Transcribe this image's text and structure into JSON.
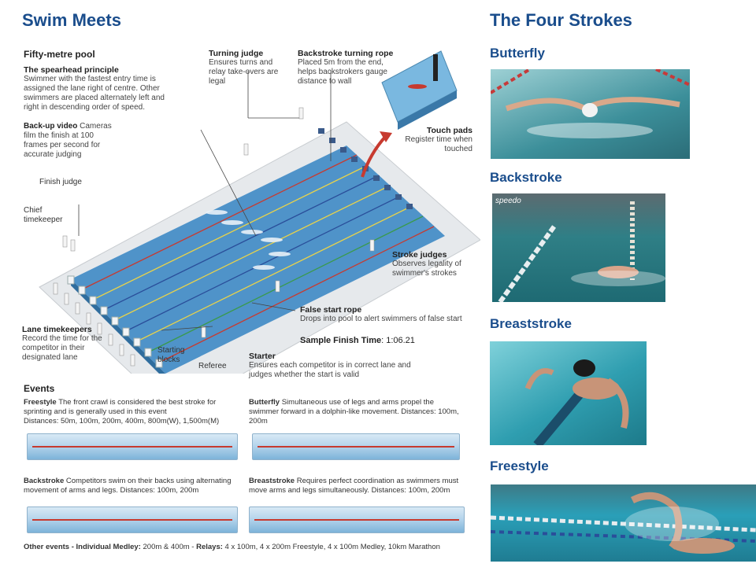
{
  "left": {
    "title": "Swim Meets",
    "pool_title": "Fifty-metre pool",
    "annotations": {
      "spearhead": {
        "title": "The spearhead principle",
        "body": "Swimmer with the fastest entry time is assigned the lane right of centre. Other swimmers are placed alternately left and right in descending order of speed."
      },
      "turning_judge": {
        "title": "Turning judge",
        "body": "Ensures turns and relay take-overs are legal"
      },
      "backstroke_rope": {
        "title": "Backstroke turning rope",
        "body": "Placed 5m from the end, helps backstrokers gauge distance to wall"
      },
      "touch_pads": {
        "title": "Touch pads",
        "body": "Register time when touched"
      },
      "backup_video": {
        "title": "Back-up video",
        "body": "Cameras film the finish at 100 frames per second for accurate judging"
      },
      "finish_judge": {
        "title": "Finish judge"
      },
      "chief_timekeeper": {
        "title": "Chief timekeeper"
      },
      "stroke_judges": {
        "title": "Stroke judges",
        "body": "Observes legality of swimmer's strokes"
      },
      "false_start": {
        "title": "False start rope",
        "body": "Drops into pool to alert swimmers of false start"
      },
      "lane_timekeepers": {
        "title": "Lane timekeepers",
        "body": "Record the time for the competitor in their designated lane"
      },
      "starting_blocks": {
        "title": "Starting blocks"
      },
      "referee": {
        "title": "Referee"
      },
      "starter": {
        "title": "Starter",
        "body": "Ensures each competitor is in correct lane and judges whether the start is valid"
      }
    },
    "sample_finish": {
      "label": "Sample Finish Time",
      "value": ": 1:06.21"
    },
    "events": {
      "title": "Events",
      "freestyle": {
        "name": "Freestyle",
        "body": "The front crawl is considered the best stroke for sprinting and is generally used in this event",
        "distances": "Distances: 50m, 100m, 200m, 400m, 800m(W), 1,500m(M)"
      },
      "butterfly": {
        "name": "Butterfly",
        "body": "Simultaneous use of legs and arms propel the swimmer forward in a dolphin-like movement.  Distances: 100m, 200m"
      },
      "backstroke": {
        "name": "Backstroke",
        "body": "Competitors swim on their backs using alternating movement of arms and legs.  Distances: 100m, 200m"
      },
      "breaststroke": {
        "name": "Breaststroke",
        "body": "Requires perfect coordination as swimmers must move arms and legs simultaneously.  Distances: 100m, 200m"
      },
      "other": {
        "label": "Other events - Individual Medley:",
        "medley": " 200m & 400m - ",
        "relays_label": "Relays:",
        "relays": " 4 x 100m, 4 x 200m Freestyle, 4 x 100m Medley, 10km Marathon"
      }
    }
  },
  "right": {
    "title": "The Four Strokes",
    "strokes": [
      "Butterfly",
      "Backstroke",
      "Breaststroke",
      "Freestyle"
    ],
    "photo_text": {
      "speedo": "speedo"
    }
  },
  "colors": {
    "heading": "#1a4d8c",
    "water": "#4f93c9",
    "lane_red": "#c73a2f"
  }
}
